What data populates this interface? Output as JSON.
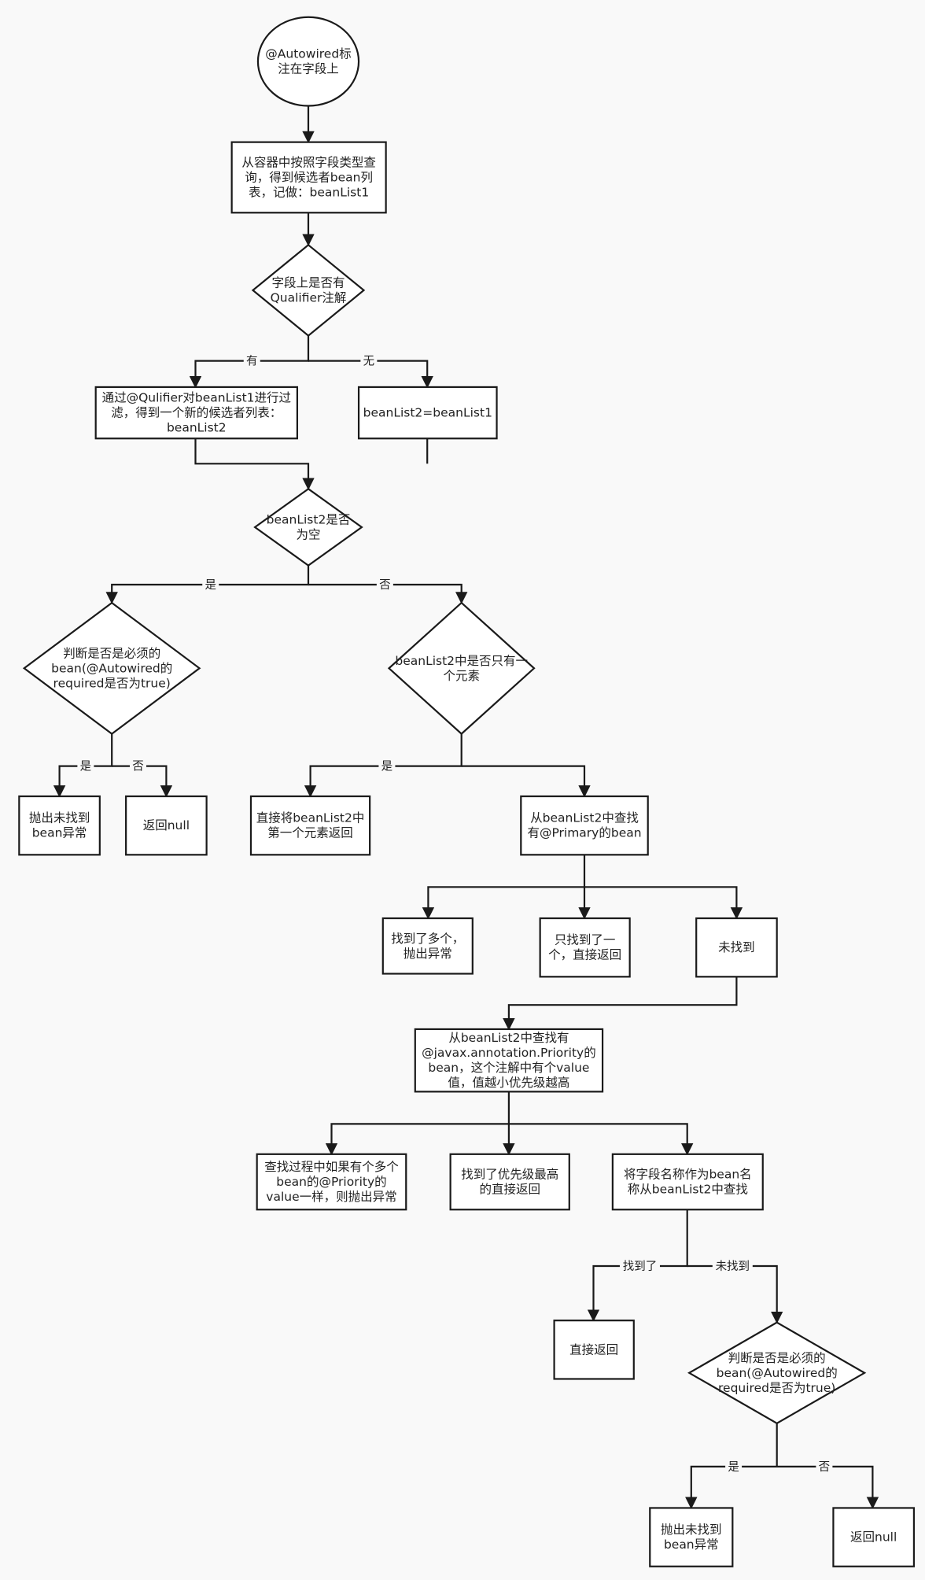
{
  "nodes": {
    "start": "@Autowired标|注在字段上",
    "query": "从容器中按照字段类型查|询，得到候选者bean列|表，记做：beanList1",
    "has_qualifier": "字段上是否有|Qualifier注解",
    "filter": "通过@Qulifier对beanList1进行过|滤，得到一个新的候选者列表：|beanList2",
    "assign": "beanList2=beanList1",
    "is_empty": "beanList2是否|为空",
    "required_1": "判断是否是必须的|bean(@Autowired的|required是否为true)",
    "only_one": "beanList2中是否只有一|个元素",
    "throw_1": "抛出未找到|bean异常",
    "return_null_1": "返回null",
    "return_first": "直接将beanList2中|第一个元素返回",
    "find_primary": "从beanList2中查找|有@Primary的bean",
    "found_many": "找到了多个，|抛出异常",
    "found_one": "只找到了一|个，直接返回",
    "not_found": "未找到",
    "find_priority": "从beanList2中查找有|@javax.annotation.Priority的|bean，这个注解中有个value|值，值越小优先级越高",
    "priority_conflict": "查找过程中如果有个多个|bean的@Priority的|value一样，则抛出异常",
    "priority_highest": "找到了优先级最高|的直接返回",
    "find_by_name": "将字段名称作为bean名|称从beanList2中查找",
    "return_direct": "直接返回",
    "required_2": "判断是否是必须的|bean(@Autowired的|required是否为true)",
    "throw_2": "抛出未找到|bean异常",
    "return_null_2": "返回null"
  },
  "edge_labels": {
    "has_yes": "有",
    "has_no": "无",
    "empty_yes": "是",
    "empty_no": "否",
    "req1_yes": "是",
    "req1_no": "否",
    "one_yes": "是",
    "name_found": "找到了",
    "name_not_found": "未找到",
    "req2_yes": "是",
    "req2_no": "否"
  }
}
